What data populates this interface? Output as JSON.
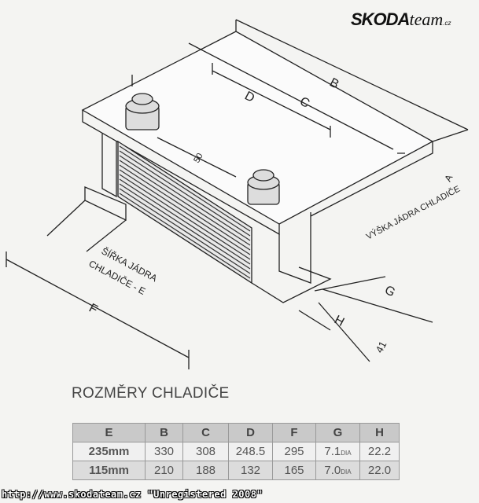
{
  "logo": {
    "brand": "SKODA",
    "suffix": "team",
    "tld": ".cz"
  },
  "diagram": {
    "labels": {
      "B": "B",
      "C": "C",
      "D": "D",
      "A": "A",
      "F": "F",
      "G": "G",
      "H": "H",
      "fifty": "50",
      "forty_one": "41",
      "height_caption": "VÝŠKA JÁDRA CHLADIČE",
      "width_caption_1": "ŠÍŘKA JÁDRA",
      "width_caption_2": "CHLADIČE  -  E"
    }
  },
  "table": {
    "title": "ROZMĚRY CHLADIČE",
    "headers": [
      "E",
      "B",
      "C",
      "D",
      "F",
      "G",
      "H"
    ],
    "rows": [
      {
        "E": "235mm",
        "B": "330",
        "C": "308",
        "D": "248.5",
        "F": "295",
        "G": "7.1",
        "G_unit": "DIA",
        "H": "22.2"
      },
      {
        "E": "115mm",
        "B": "210",
        "C": "188",
        "D": "132",
        "F": "165",
        "G": "7.0",
        "G_unit": "DIA",
        "H": "22.0"
      }
    ]
  },
  "footer": {
    "text": "http://www.skodateam.cz \"Unregistered 2008\""
  }
}
